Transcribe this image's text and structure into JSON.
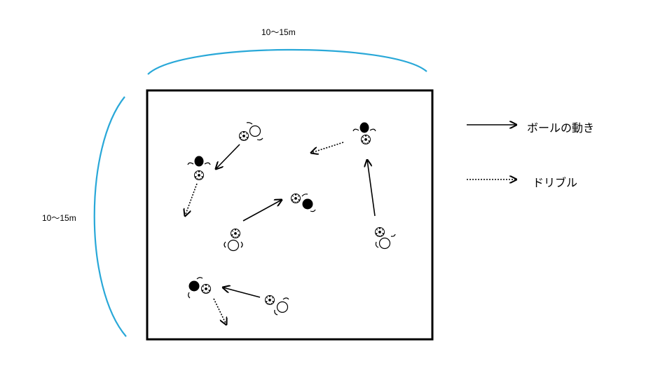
{
  "dimensions": {
    "top_label": "10～15m",
    "left_label": "10～15m",
    "brace_color": "#29a8d8"
  },
  "legend": {
    "ball_movement_label": "ボールの動き",
    "dribble_label": "ドリブル"
  },
  "colors": {
    "field_border": "#000000",
    "dark_player": "#000000",
    "light_player": "#ffffff"
  }
}
